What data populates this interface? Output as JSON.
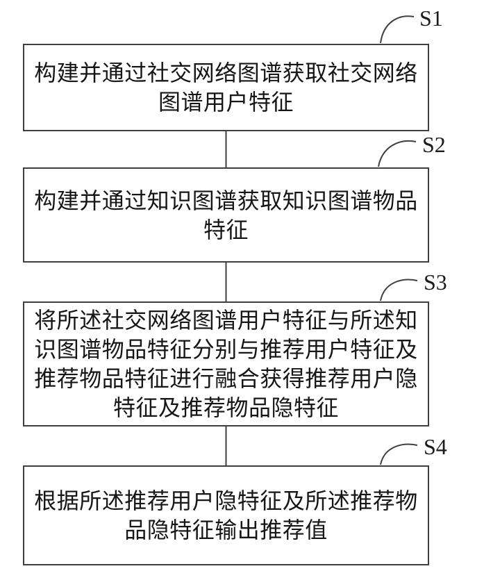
{
  "diagram": {
    "type": "flowchart",
    "orientation": "vertical",
    "steps": [
      {
        "label": "S1",
        "text": "构建并通过社交网络图谱获取社交网络图谱用户特征"
      },
      {
        "label": "S2",
        "text": "构建并通过知识图谱获取知识图谱物品特征"
      },
      {
        "label": "S3",
        "text": "将所述社交网络图谱用户特征与所述知识图谱物品特征分别与推荐用户特征及推荐物品特征进行融合获得推荐用户隐特征及推荐物品隐特征"
      },
      {
        "label": "S4",
        "text": "根据所述推荐用户隐特征及所述推荐物品隐特征输出推荐值"
      }
    ],
    "colors": {
      "line": "#3f3f3f",
      "text": "#161616",
      "background": "#ffffff"
    }
  }
}
